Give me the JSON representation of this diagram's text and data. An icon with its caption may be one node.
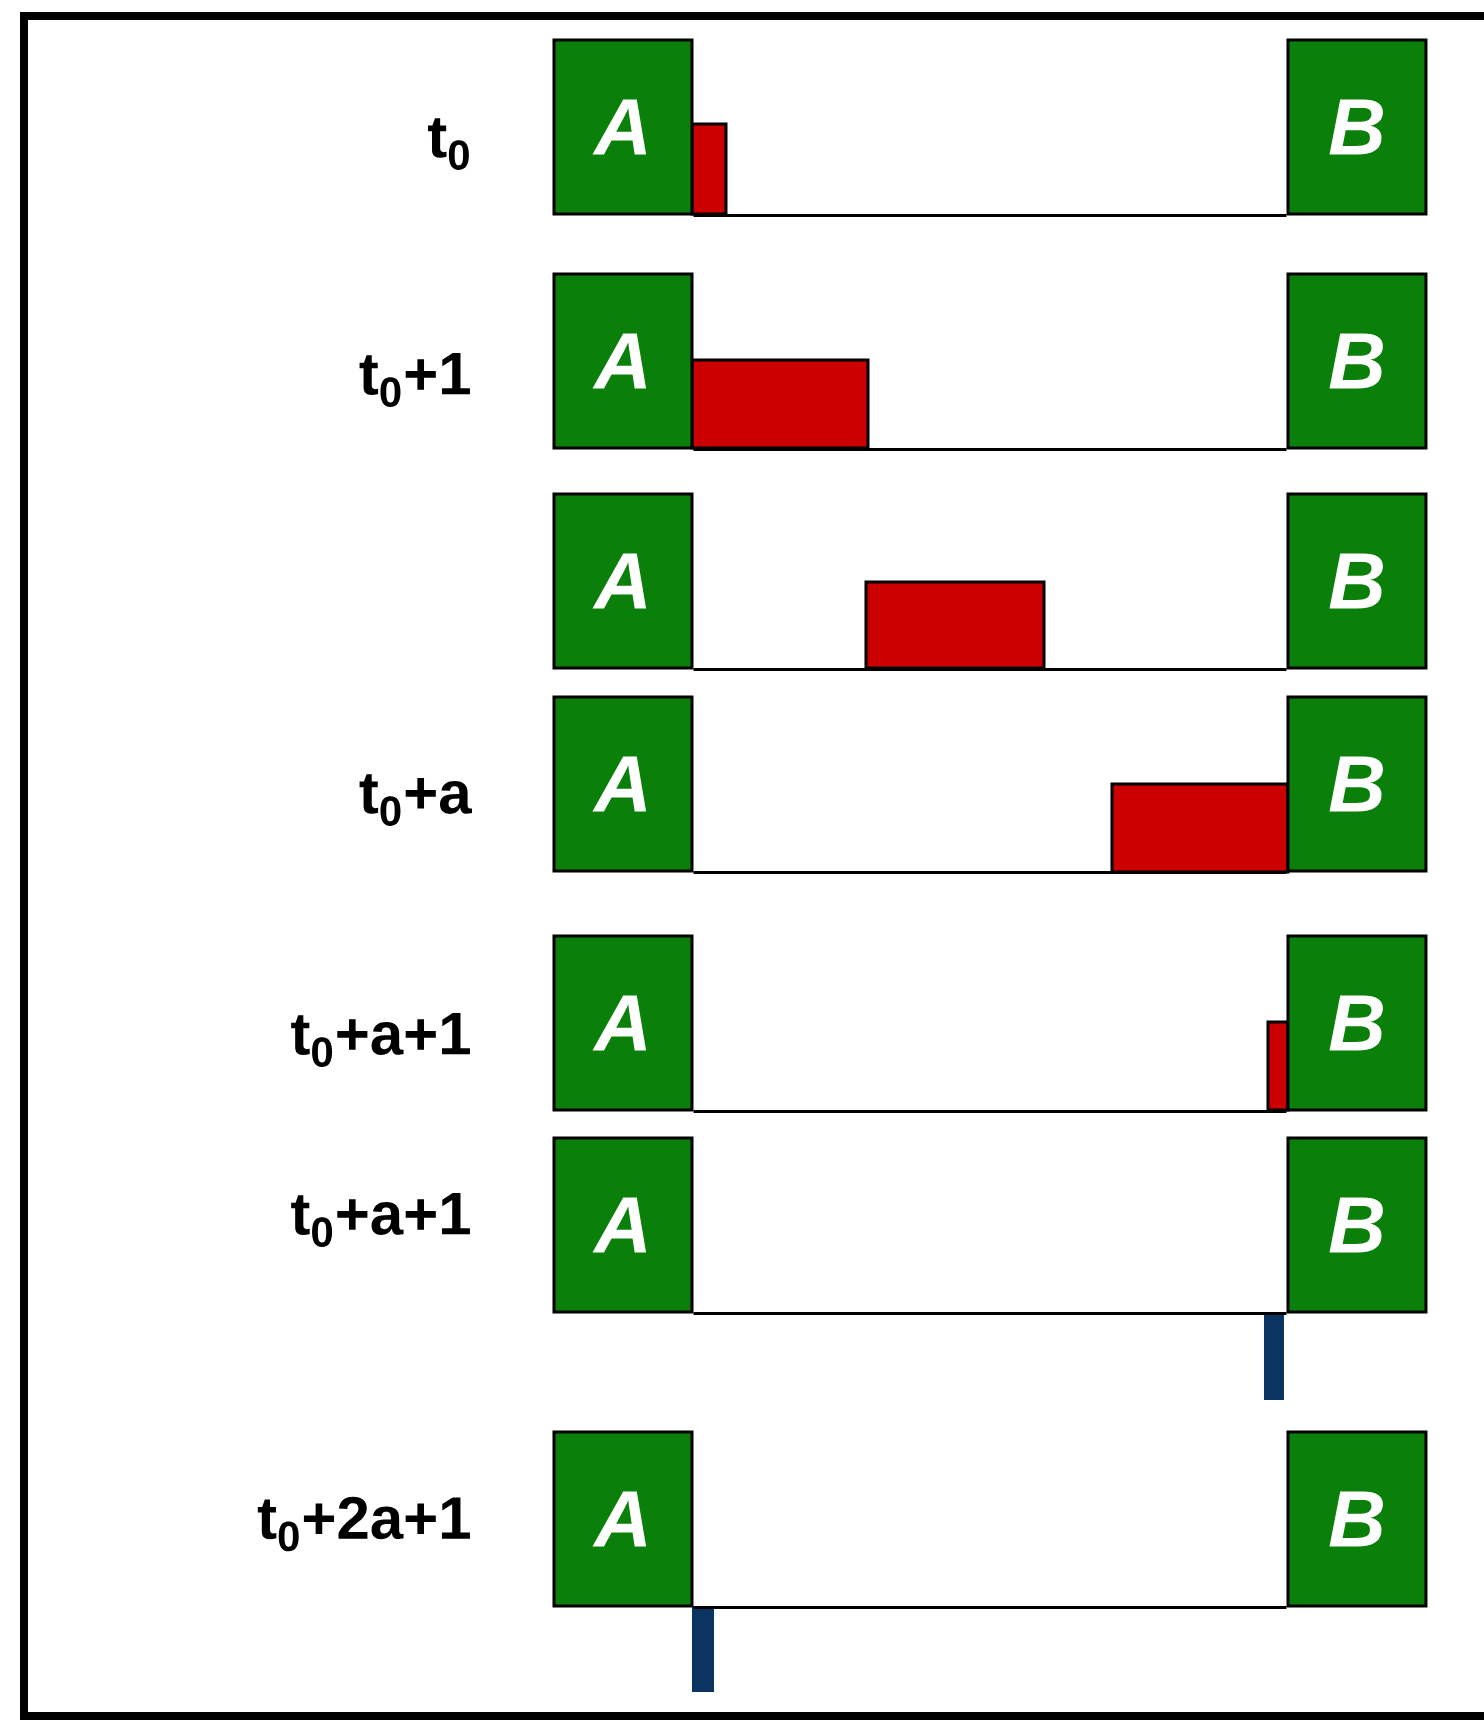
{
  "diagram": {
    "nodes": [
      {
        "text": [
          "A"
        ]
      },
      {
        "text": [
          "B"
        ]
      },
      {
        "text": [
          "A"
        ]
      },
      {
        "text": [
          "B"
        ]
      },
      {
        "text": [
          "A"
        ]
      },
      {
        "text": [
          "B"
        ]
      },
      {
        "text": [
          "A"
        ]
      },
      {
        "text": [
          "B"
        ]
      },
      {
        "text": [
          "A"
        ]
      },
      {
        "text": [
          "B"
        ]
      },
      {
        "text": [
          "A"
        ]
      },
      {
        "text": [
          "B"
        ]
      },
      {
        "text": [
          "A"
        ]
      },
      {
        "text": [
          "B"
        ]
      }
    ],
    "edges": [
      {
        "from": 0,
        "to": 1,
        "arrow": "none"
      },
      {
        "from": 2,
        "to": 3,
        "arrow": "none"
      },
      {
        "from": 4,
        "to": 5,
        "arrow": "none"
      },
      {
        "from": 6,
        "to": 7,
        "arrow": "none"
      },
      {
        "from": 8,
        "to": 9,
        "arrow": "none"
      },
      {
        "from": 10,
        "to": 11,
        "arrow": "none"
      },
      {
        "from": 12,
        "to": 13,
        "arrow": "none"
      }
    ],
    "labels": [
      "t$_{0}$",
      "t$_{0}$+1",
      "t$_{0}$+a",
      "t$_{0}$+a+1",
      "t$_{0}$+a+1",
      "t$_{0}$+2a+1"
    ]
  }
}
